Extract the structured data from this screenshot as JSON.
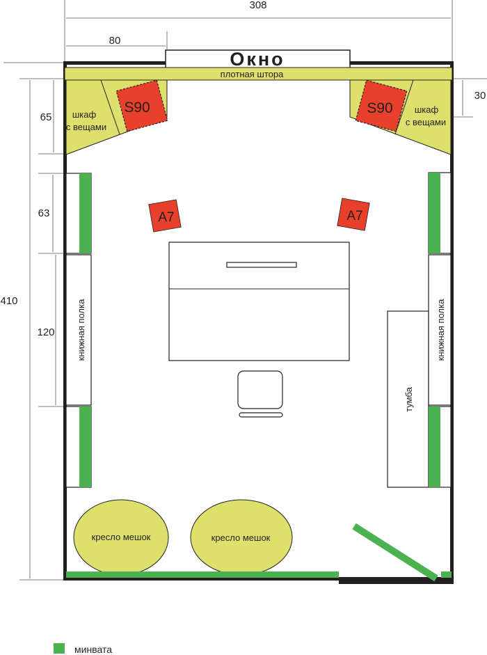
{
  "title": "Планировка комнаты",
  "dimensions": {
    "width_total": "308",
    "window_offset": "80",
    "height_total": "410",
    "wardrobe_depth": "65",
    "niche_top": "63",
    "shelf_length": "120",
    "wardrobe_right": "30"
  },
  "labels": {
    "window": "Окно",
    "curtain": "плотная штора",
    "wardrobe_line1": "шкаф",
    "wardrobe_line2": "с вещами",
    "speaker_large": "S90",
    "speaker_small": "A7",
    "bookshelf": "книжная полка",
    "cabinet": "тумба",
    "beanbag": "кресло мешок"
  },
  "legend": {
    "items": [
      {
        "label": "минвата",
        "color": "#4bb24f"
      }
    ]
  },
  "colors": {
    "insulation": "#4bb24f",
    "furniture": "#dde06c",
    "speaker": "#e8402a",
    "wall": "#231f20"
  }
}
